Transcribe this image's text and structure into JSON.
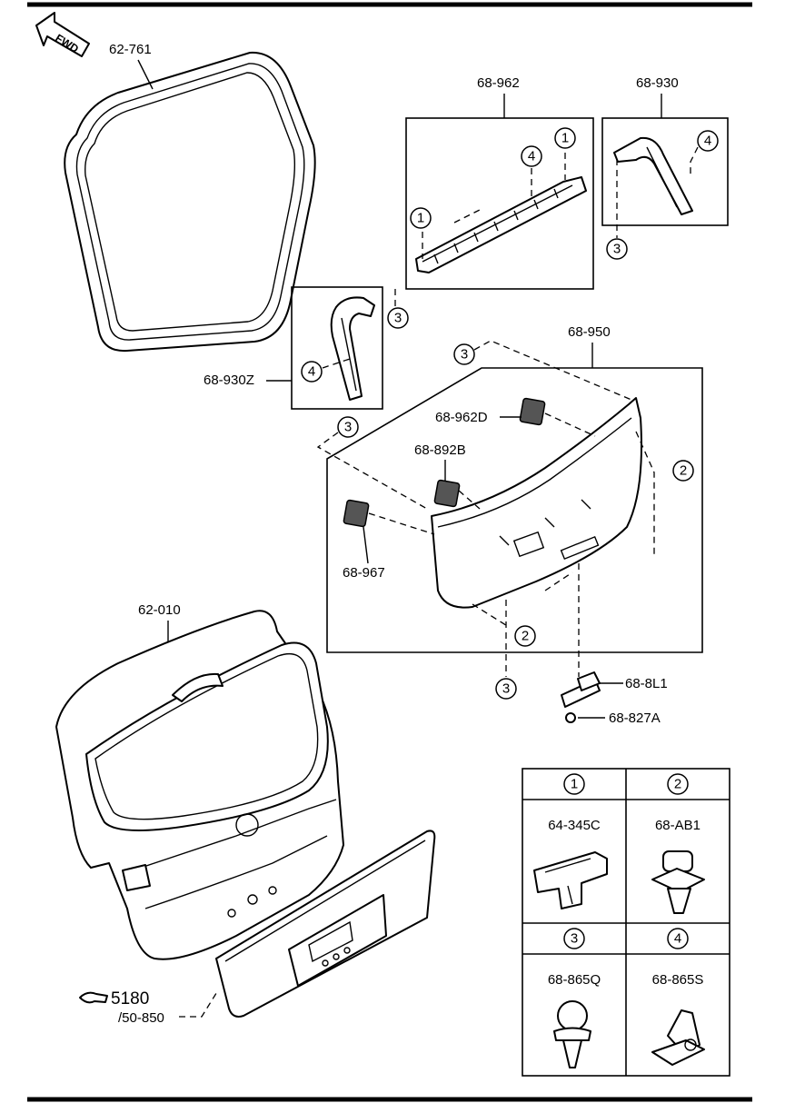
{
  "diagram": {
    "fwd_label": "FWD",
    "parts": {
      "weatherstrip": "62-761",
      "upper_trim": "68-962",
      "side_trim_r": "68-930",
      "side_trim_l": "68-930Z",
      "lower_trim": "68-950",
      "cover_d": "68-962D",
      "cover_b": "68-892B",
      "cover_967": "68-967",
      "liftgate": "62-010",
      "handle": "68-8L1",
      "screw": "68-827A",
      "garnish_ref": "5180",
      "garnish_sub": "/50-850"
    },
    "callouts": {
      "c1": "1",
      "c2": "2",
      "c3": "3",
      "c4": "4"
    },
    "legend": [
      {
        "num": "1",
        "part": "64-345C"
      },
      {
        "num": "2",
        "part": "68-AB1"
      },
      {
        "num": "3",
        "part": "68-865Q"
      },
      {
        "num": "4",
        "part": "68-865S"
      }
    ]
  }
}
